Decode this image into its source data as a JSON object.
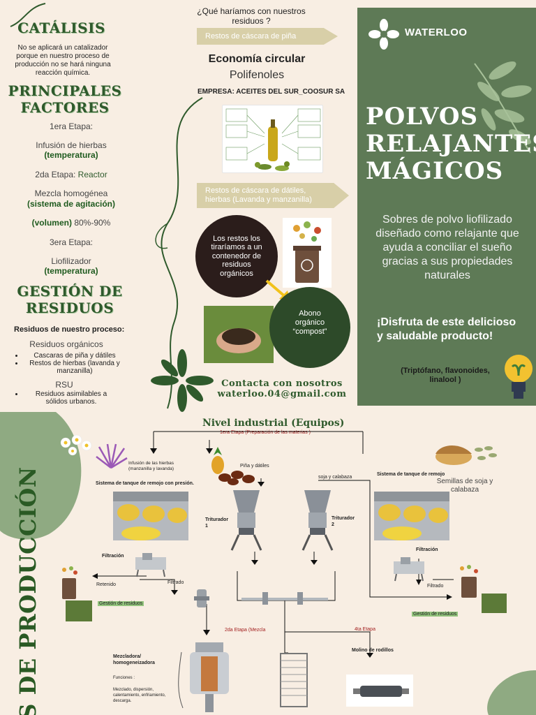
{
  "left": {
    "catalisis_title": "CATÁLISIS",
    "catalisis_text": "No se aplicará un catalizador porque en nuestro proceso de producción no se hará ninguna reacción química.",
    "factores_title_1": "PRINCIPALES",
    "factores_title_2": "FACTORES",
    "etapa1": "1era Etapa:",
    "infusion": "Infusión de hierbas",
    "infusion_b": "(temperatura)",
    "etapa2_a": "2da Etapa: ",
    "etapa2_b": "Reactor",
    "mezcla": "Mezcla homogénea",
    "mezcla_b": "(sistema de agitación)",
    "volumen_b": "(volumen)",
    "volumen": " 80%-90%",
    "etapa3": "3era Etapa:",
    "liofilizador": "Liofilizador",
    "liofilizador_b": "(temperatura)",
    "gestion_title_1": "GESTIÓN DE",
    "gestion_title_2": "RESIDUOS",
    "residuos_title": "Residuos de nuestro proceso:",
    "organicos": "Residuos orgánicos",
    "org_items": [
      "Cascaras de piña y dátiles",
      "Restos de hierbas (lavanda y manzanilla)"
    ],
    "rsu": "RSU",
    "rsu_items": [
      "Residuos  asimilables a sólidos urbanos."
    ]
  },
  "middle": {
    "question": "¿Qué haríamos con nuestros residuos ?",
    "tag1": "Restos de cáscara de piña",
    "economia": "Economía circular",
    "polifenoles": "Polifenoles",
    "empresa": "EMPRESA: ACEITES DEL SUR_COOSUR SA",
    "tag2": "Restos de cáscara de dátiles, hierbas (Lavanda y manzanilla)",
    "circle_dark": "Los restos los tiraríamos a un contenedor de residuos orgánicos",
    "circle_green_1": "Abono orgánico",
    "circle_green_2": "“compost”",
    "contacta_1": "Contacta con nosotros",
    "contacta_2": "waterloo.04@gmail.com"
  },
  "right": {
    "brand": "WATERLOO",
    "title_1": "POLVOS",
    "title_2": "RELAJANTES",
    "title_3": "MÁGICOS",
    "description": "Sobres de polvo liofilizado diseñado como relajante que ayuda a conciliar el sueño gracias a sus propiedades naturales",
    "disfruta": "¡Disfruta de este delicioso y saludable producto!",
    "compuestos": "(Triptófano, flavonoides, linalool )"
  },
  "bottom": {
    "title": "Nivel industrial (Equipos)",
    "etapa1": "1era Etapa (Preparación de las materias )",
    "infusion_label": "Infusión de las hierbas (manzanilla y lavanda)",
    "pina_dat": "Piña y dátiles",
    "soja_cal": "soja y  calabaza",
    "tanque_presion": "Sistema de tanque de remojo con presión.",
    "tanque_remojo": "Sistema de tanque de remojo",
    "semillas": "Semillas de soja y calabaza",
    "triturador1": "Triturador 1",
    "triturador2": "Triturador 2",
    "filtracion_l": "Filtración",
    "filtracion_r": "Filtración",
    "retenido": "Retenido",
    "filtrado_l": "Filtrado",
    "filtrado_r": "Filtrado",
    "gestion_l": "Gestión de residuos",
    "gestion_r": "Gestión de residuos",
    "etapa2": "2da Etapa (Mezcla",
    "etapa4": "4ta Etapa",
    "mezcladora": "Mezcladora/ homogeneizadora",
    "funciones": "Funciones :",
    "funciones_text": "Mezclado, dispersión, calentamiento, enfriamiento, descarga.",
    "molino": "Molino de rodillos",
    "vertical": "OS DE PRODUCCIÓN"
  },
  "colors": {
    "panel": "#5e7a56",
    "title_green": "#2f5a2c",
    "accent_tag": "#d8cfa8",
    "dark_circle": "#2b1d1b",
    "green_circle": "#2d4a29",
    "background": "#f8eee3"
  }
}
